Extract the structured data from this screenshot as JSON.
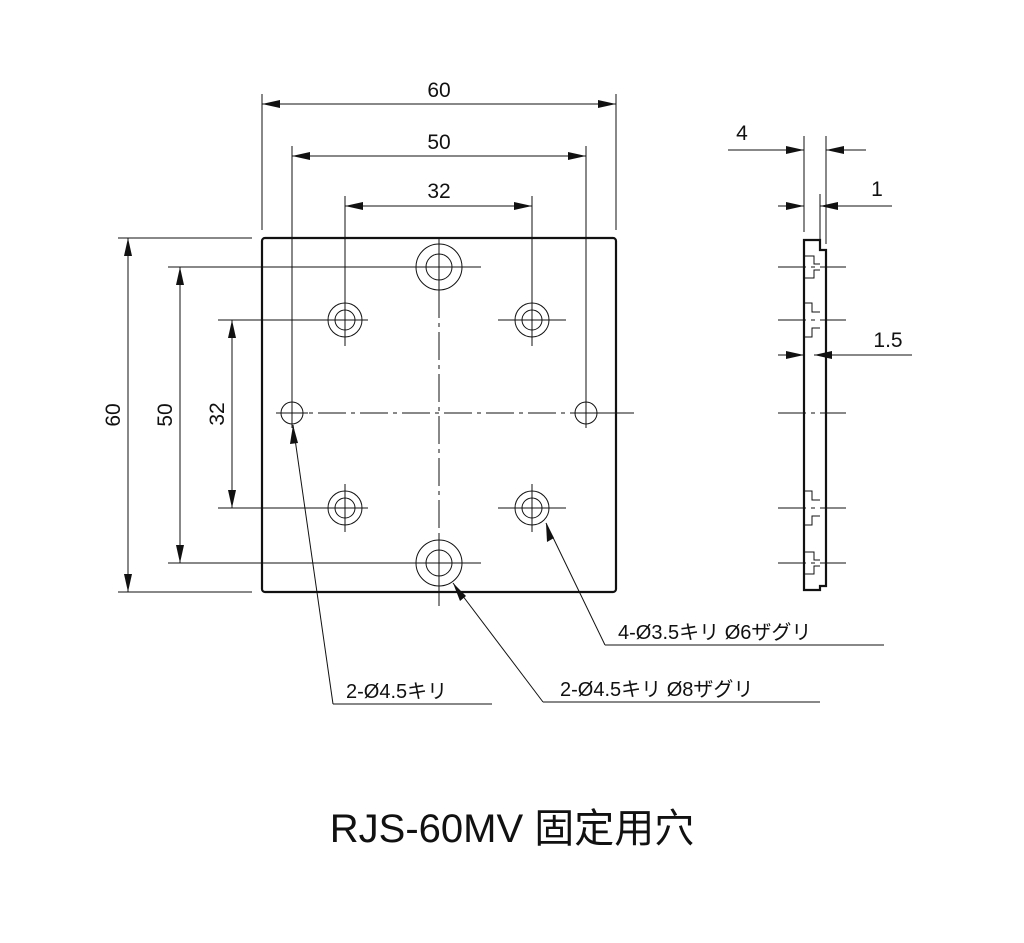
{
  "front_view": {
    "width_dims": [
      "60",
      "50",
      "32"
    ],
    "height_dims": [
      "60",
      "50",
      "32"
    ]
  },
  "side_view": {
    "dims": [
      "4",
      "1",
      "1.5"
    ]
  },
  "callouts": {
    "counterbore_small": "4-Ø3.5キリ Ø6ザグリ",
    "through_large": "2-Ø4.5キリ",
    "counterbore_large": "2-Ø4.5キリ Ø8ザグリ"
  },
  "title": "RJS-60MV 固定用穴"
}
